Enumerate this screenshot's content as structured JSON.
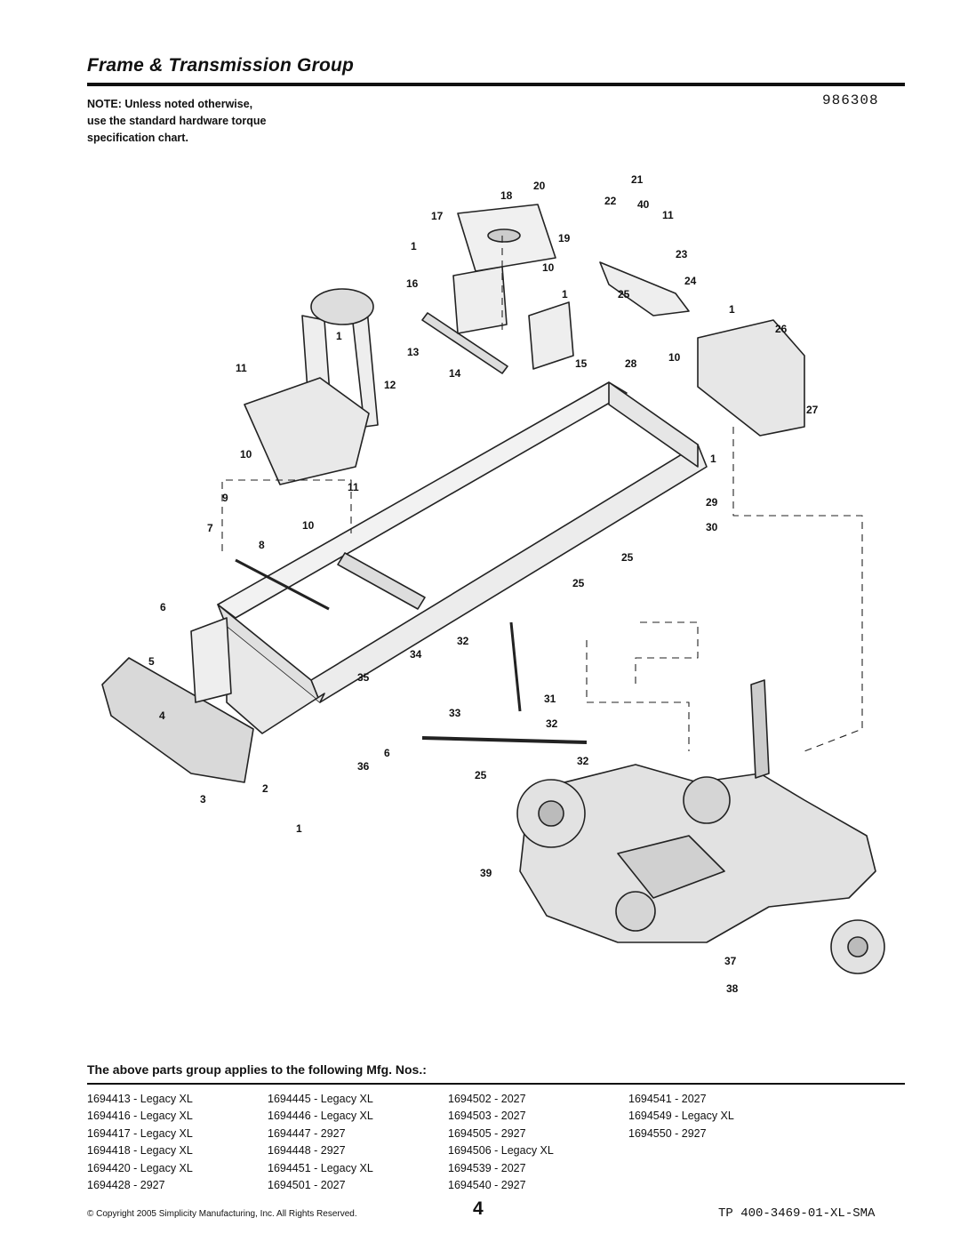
{
  "header": {
    "title": "Frame & Transmission Group",
    "note_lines": [
      "NOTE: Unless noted otherwise,",
      "use the standard hardware torque",
      "specification chart."
    ],
    "diagram_number": "986308"
  },
  "diagram": {
    "callouts": [
      "21",
      "20",
      "18",
      "22",
      "40",
      "17",
      "11",
      "19",
      "1",
      "23",
      "10",
      "16",
      "24",
      "1",
      "25",
      "1",
      "26",
      "1",
      "13",
      "15",
      "28",
      "10",
      "14",
      "11",
      "12",
      "27",
      "10",
      "1",
      "11",
      "9",
      "29",
      "10",
      "7",
      "30",
      "8",
      "25",
      "25",
      "6",
      "32",
      "34",
      "5",
      "35",
      "31",
      "4",
      "33",
      "32",
      "6",
      "36",
      "32",
      "25",
      "2",
      "3",
      "1",
      "39",
      "37",
      "38"
    ]
  },
  "applies": {
    "heading": "The above parts group applies to the following Mfg. Nos.:",
    "columns": [
      [
        "1694413 - Legacy XL",
        "1694416 - Legacy XL",
        "1694417 - Legacy XL",
        "1694418 - Legacy XL",
        "1694420 - Legacy XL",
        "1694428 - 2927"
      ],
      [
        "1694445 - Legacy XL",
        "1694446 - Legacy XL",
        "1694447 - 2927",
        "1694448 - 2927",
        "1694451 - Legacy XL",
        "1694501 - 2027"
      ],
      [
        "1694502 - 2027",
        "1694503 - 2027",
        "1694505 - 2927",
        "1694506 - Legacy XL",
        "1694539 - 2027",
        "1694540 - 2927"
      ],
      [
        "1694541 - 2027",
        "1694549 - Legacy XL",
        "1694550 - 2927",
        "",
        "",
        ""
      ]
    ]
  },
  "footer": {
    "copyright": "© Copyright 2005 Simplicity Manufacturing, Inc. All Rights Reserved.",
    "page_number": "4",
    "doc_code": "TP 400-3469-01-XL-SMA"
  }
}
